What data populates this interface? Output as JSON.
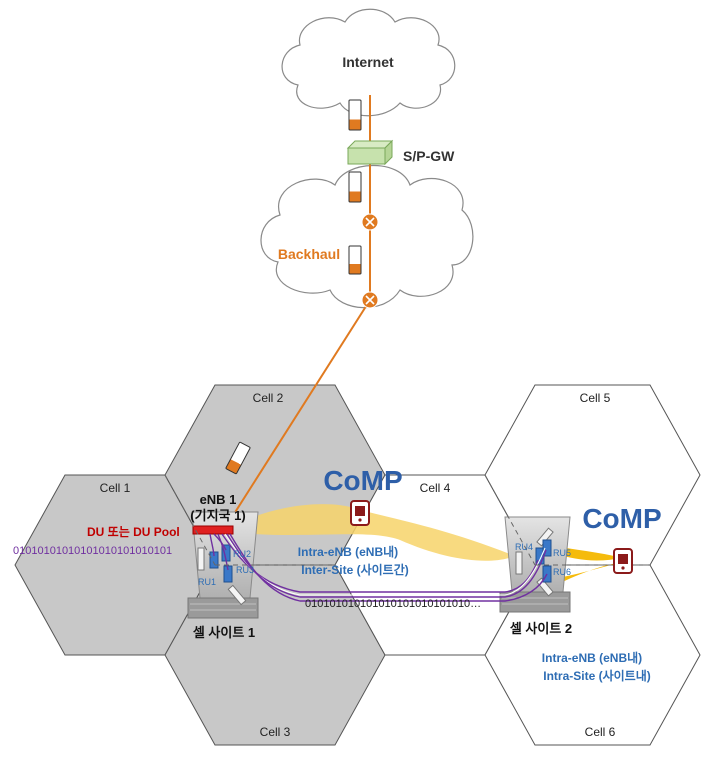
{
  "cloud_labels": {
    "internet": "Internet",
    "backhaul": "Backhaul"
  },
  "gateway_label": "S/P-GW",
  "cells": {
    "cell1": "Cell 1",
    "cell2": "Cell 2",
    "cell3": "Cell 3",
    "cell4": "Cell 4",
    "cell5": "Cell 5",
    "cell6": "Cell 6"
  },
  "site1": {
    "enb_line1": "eNB 1",
    "enb_line2": "(기지국 1)",
    "du_label": "DU 또는 DU Pool",
    "bits_left": "01010101010101010101010101",
    "bits_bottom": "010101010101010101010101010…",
    "ru1": "RU1",
    "ru2": "RU2",
    "ru3": "RU3",
    "site_label": "셀 사이트 1"
  },
  "site2": {
    "ru4": "RU4",
    "ru5": "RU5",
    "ru6": "RU6",
    "site_label": "셀 사이트 2"
  },
  "comp": {
    "label_center": "CoMP",
    "label_right": "CoMP",
    "inter_line1": "Intra-eNB (eNB내)",
    "inter_line2": "Inter-Site (사이트간)",
    "intra_line1": "Intra-eNB (eNB내)",
    "intra_line2": "Intra-Site (사이트내)"
  },
  "colors": {
    "orange": "#e07a20",
    "comp_blue": "#2e5fa8",
    "text_blue": "#2e6db4",
    "purple": "#7030a0",
    "red_du": "#c00000",
    "yellow_beam": "#f7c84a"
  },
  "icons": [
    "cloud-icon",
    "packet-icon",
    "gateway-icon",
    "router-icon",
    "phone-icon",
    "antenna-icon",
    "tower-icon"
  ]
}
